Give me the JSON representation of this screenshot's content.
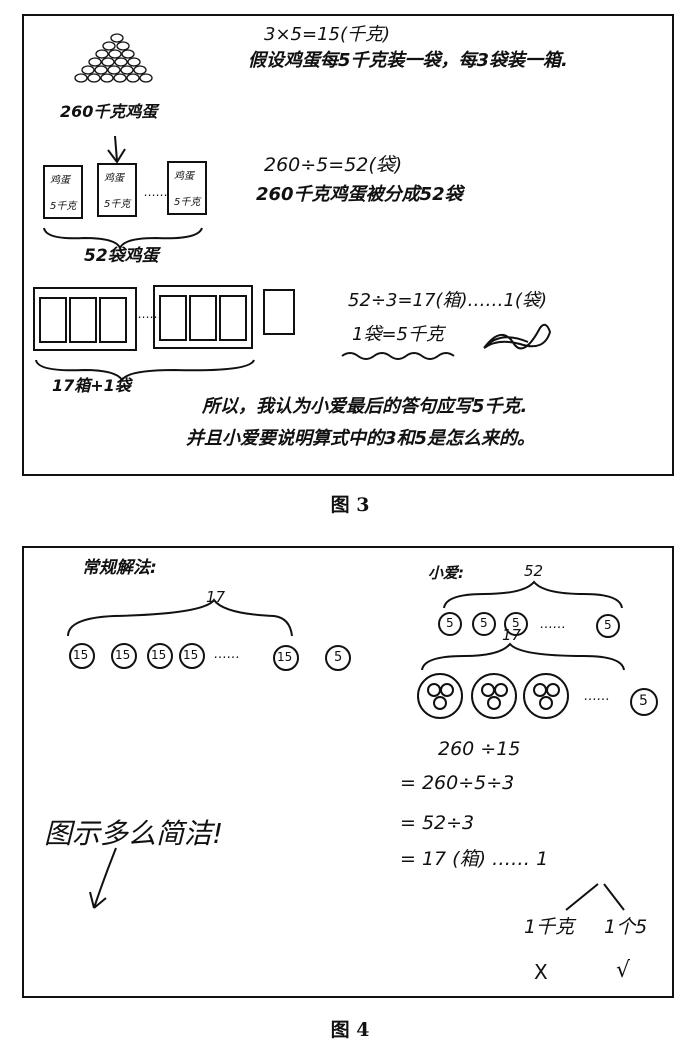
{
  "figure3": {
    "caption": "图 3",
    "line1": "3×5=15(千克)",
    "line2": "假设鸡蛋每5千克装一袋，每3袋装一箱.",
    "egg_label": "260千克鸡蛋",
    "line3": "260÷5=52(袋)",
    "line4": "260千克鸡蛋被分成52袋",
    "bag_text": "鸡蛋",
    "bag_weight": "5千克",
    "bags_label": "52袋鸡蛋",
    "ellipsis": "……",
    "line5": "52÷3=17(箱)……1(袋)",
    "line6": "1袋=5千克",
    "boxes_label": "17箱+1袋",
    "conclusion1": "所以，我认为小爱最后的答句应写5千克.",
    "conclusion2": "并且小爱要说明算式中的3和5是怎么来的。"
  },
  "figure4": {
    "caption": "图 4",
    "normal_title": "常规解法:",
    "brace_17_left": "17",
    "c15": "15",
    "c5": "5",
    "dots": "……",
    "xiaoai_title": "小爱:",
    "brace_52": "52",
    "brace_17_right": "17",
    "calc1": "260 ÷15",
    "calc2": "= 260÷5÷3",
    "calc3": "= 52÷3",
    "calc4": "= 17 (箱) …… 1",
    "option1": "1千克",
    "option2": "1个5",
    "mark1": "X",
    "mark2": "√",
    "comment": "图示多么简洁!"
  }
}
